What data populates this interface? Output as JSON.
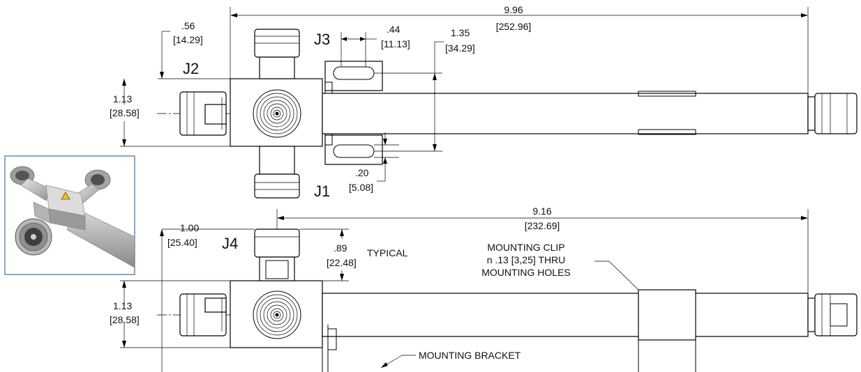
{
  "ports": {
    "j1": "J1",
    "j2": "J2",
    "j3": "J3",
    "j4": "J4"
  },
  "top_view": {
    "overall_length": {
      "in": "9.96",
      "mm": "[252.96]"
    },
    "j2_offset": {
      "in": ".56",
      "mm": "[14.29]"
    },
    "body_height": {
      "in": "1.13",
      "mm": "[28.58]"
    },
    "slot_width": {
      "in": ".44",
      "mm": "[11.13]"
    },
    "hole_spacing": {
      "in": "1.35",
      "mm": "[34.29]"
    },
    "slot_height": {
      "in": ".20",
      "mm": "[5.08]"
    }
  },
  "side_view": {
    "clip_length": {
      "in": "9.16",
      "mm": "[232.69]"
    },
    "height": {
      "in": "1.00",
      "mm": "[25.40]"
    },
    "body_height": {
      "in": "1.13",
      "mm": "[28.58]"
    },
    "connector_height": {
      "in": ".89",
      "mm": "[22.48]"
    },
    "typical_label": "TYPICAL",
    "clip_note": {
      "line1": "MOUNTING CLIP",
      "line2": "n .13 [3,25] THRU",
      "line3": "MOUNTING HOLES"
    },
    "bracket_note": "MOUNTING BRACKET"
  },
  "colors": {
    "line": "#000000",
    "photo_border": "#3a6fa8"
  }
}
